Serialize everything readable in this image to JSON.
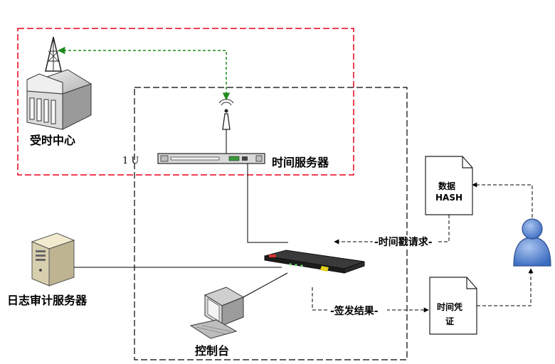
{
  "nodes": {
    "receive_center": "受时中心",
    "time_server": "时间服务器",
    "rack_unit": "1 U",
    "log_audit_server": "日志审计服务器",
    "console": "控制台",
    "doc_hash": [
      "数据",
      "HASH"
    ],
    "doc_credential": [
      "时间凭",
      "证"
    ]
  },
  "edges": {
    "timestamp_request": "-时间戳请求-",
    "issue_result": "-签发结果-"
  },
  "colors": {
    "red_boundary": "#e8001c",
    "green_link": "#1e8a1e",
    "dash_boundary": "#000000",
    "user_blue": "#5a8ad6"
  }
}
